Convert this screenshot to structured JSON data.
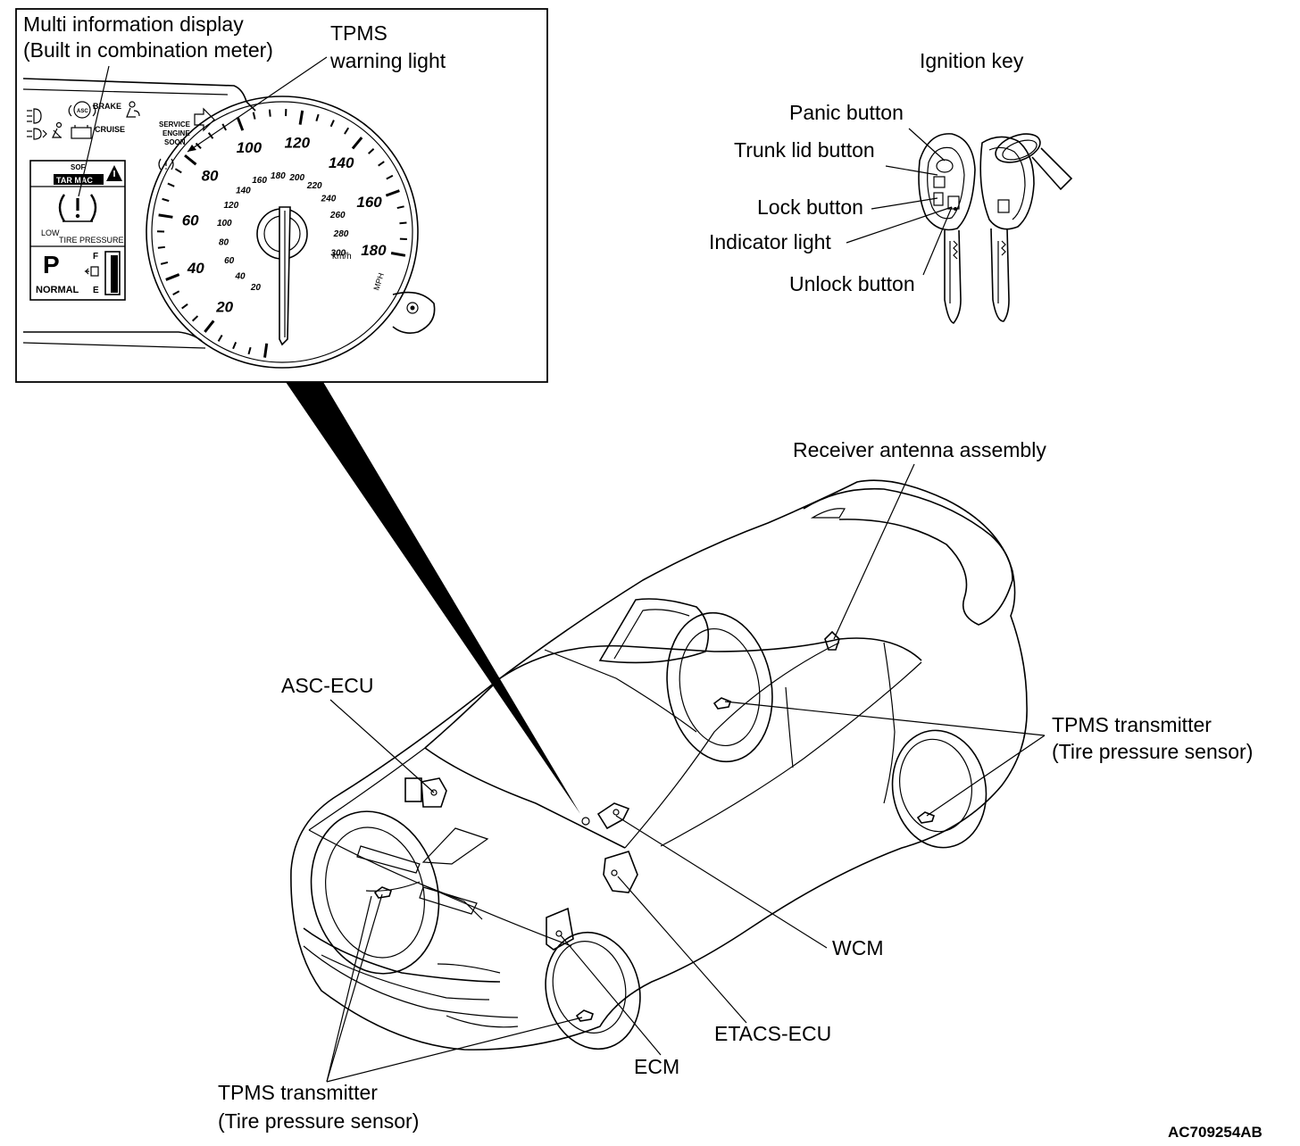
{
  "inset": {
    "labels": {
      "mid_line1": "Multi information display",
      "mid_line2": "(Built in combination meter)",
      "tpms_line1": "TPMS",
      "tpms_line2": "warning light"
    },
    "cluster": {
      "brake": "BRAKE",
      "cruise": "CRUISE",
      "service1": "SERVICE",
      "service2": "ENGINE",
      "service3": "SOON",
      "mode_line1": "SOF",
      "mode_line2": "TAR MAC",
      "low": "LOW",
      "tire_pressure": "TIRE PRESSURE",
      "gear": "P",
      "mode": "NORMAL",
      "fuel_full": "F",
      "fuel_empty": "E",
      "kmh": "km/h",
      "mph": "MPH"
    },
    "speedometer": {
      "mph_ticks": [
        "20",
        "40",
        "60",
        "80",
        "100",
        "120",
        "140",
        "160",
        "180"
      ],
      "kmh_ticks": [
        "20",
        "40",
        "60",
        "80",
        "100",
        "120",
        "140",
        "160",
        "180",
        "200",
        "220",
        "240",
        "260",
        "280",
        "300"
      ]
    }
  },
  "key": {
    "title": "Ignition key",
    "panic": "Panic button",
    "trunk": "Trunk lid button",
    "lock": "Lock button",
    "indicator": "Indicator light",
    "unlock": "Unlock button"
  },
  "car": {
    "receiver_antenna": "Receiver antenna assembly",
    "asc_ecu": "ASC-ECU",
    "tpms_right_line1": "TPMS transmitter",
    "tpms_right_line2": "(Tire pressure sensor)",
    "wcm": "WCM",
    "etacs": "ETACS-ECU",
    "ecm": "ECM",
    "tpms_left_line1": "TPMS transmitter",
    "tpms_left_line2": "(Tire pressure sensor)"
  },
  "figure_code": "AC709254AB"
}
